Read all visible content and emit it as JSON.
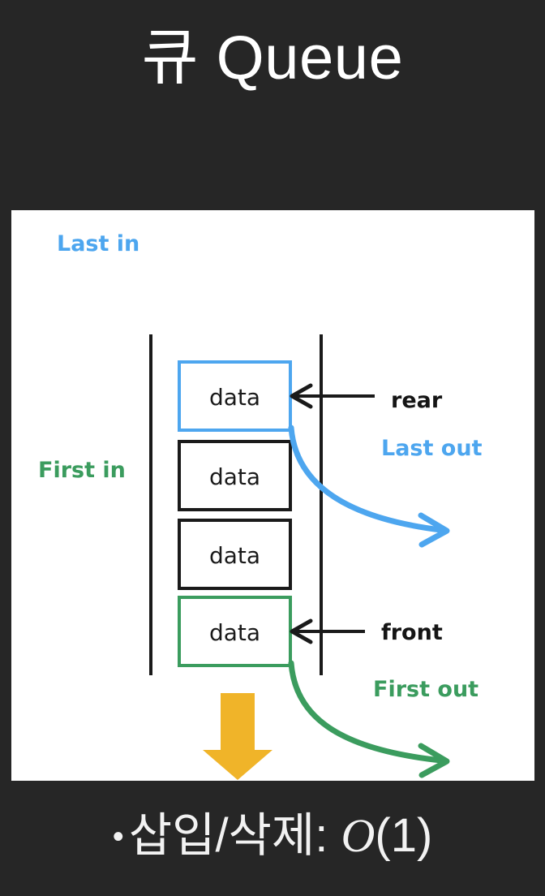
{
  "slide": {
    "title": "큐 Queue",
    "background_color": "#262626",
    "title_color": "#ffffff"
  },
  "diagram": {
    "background_color": "#ffffff",
    "colors": {
      "blue": "#4da6ef",
      "green": "#3b9c5e",
      "black": "#1a1a1a",
      "orange": "#f0b429"
    },
    "labels": {
      "last_in": "Last in",
      "first_in": "First in",
      "last_out": "Last out",
      "first_out": "First out",
      "rear": "rear",
      "front": "front"
    },
    "nodes": [
      {
        "text": "data",
        "border": "#4da6ef",
        "role": "rear"
      },
      {
        "text": "data",
        "border": "#1a1a1a",
        "role": "middle"
      },
      {
        "text": "data",
        "border": "#1a1a1a",
        "role": "middle"
      },
      {
        "text": "data",
        "border": "#3b9c5e",
        "role": "front"
      }
    ],
    "arrows": {
      "rear_pointer": "left-arrow",
      "front_pointer": "left-arrow",
      "last_out_curve": "curved-arrow-right",
      "first_out_curve": "curved-arrow-right",
      "enqueue_down": "down-arrow"
    }
  },
  "caption": {
    "bullet": "•",
    "text_before": "삽입/삭제: ",
    "complexity_symbol": "O",
    "complexity_arg": "(1)"
  }
}
